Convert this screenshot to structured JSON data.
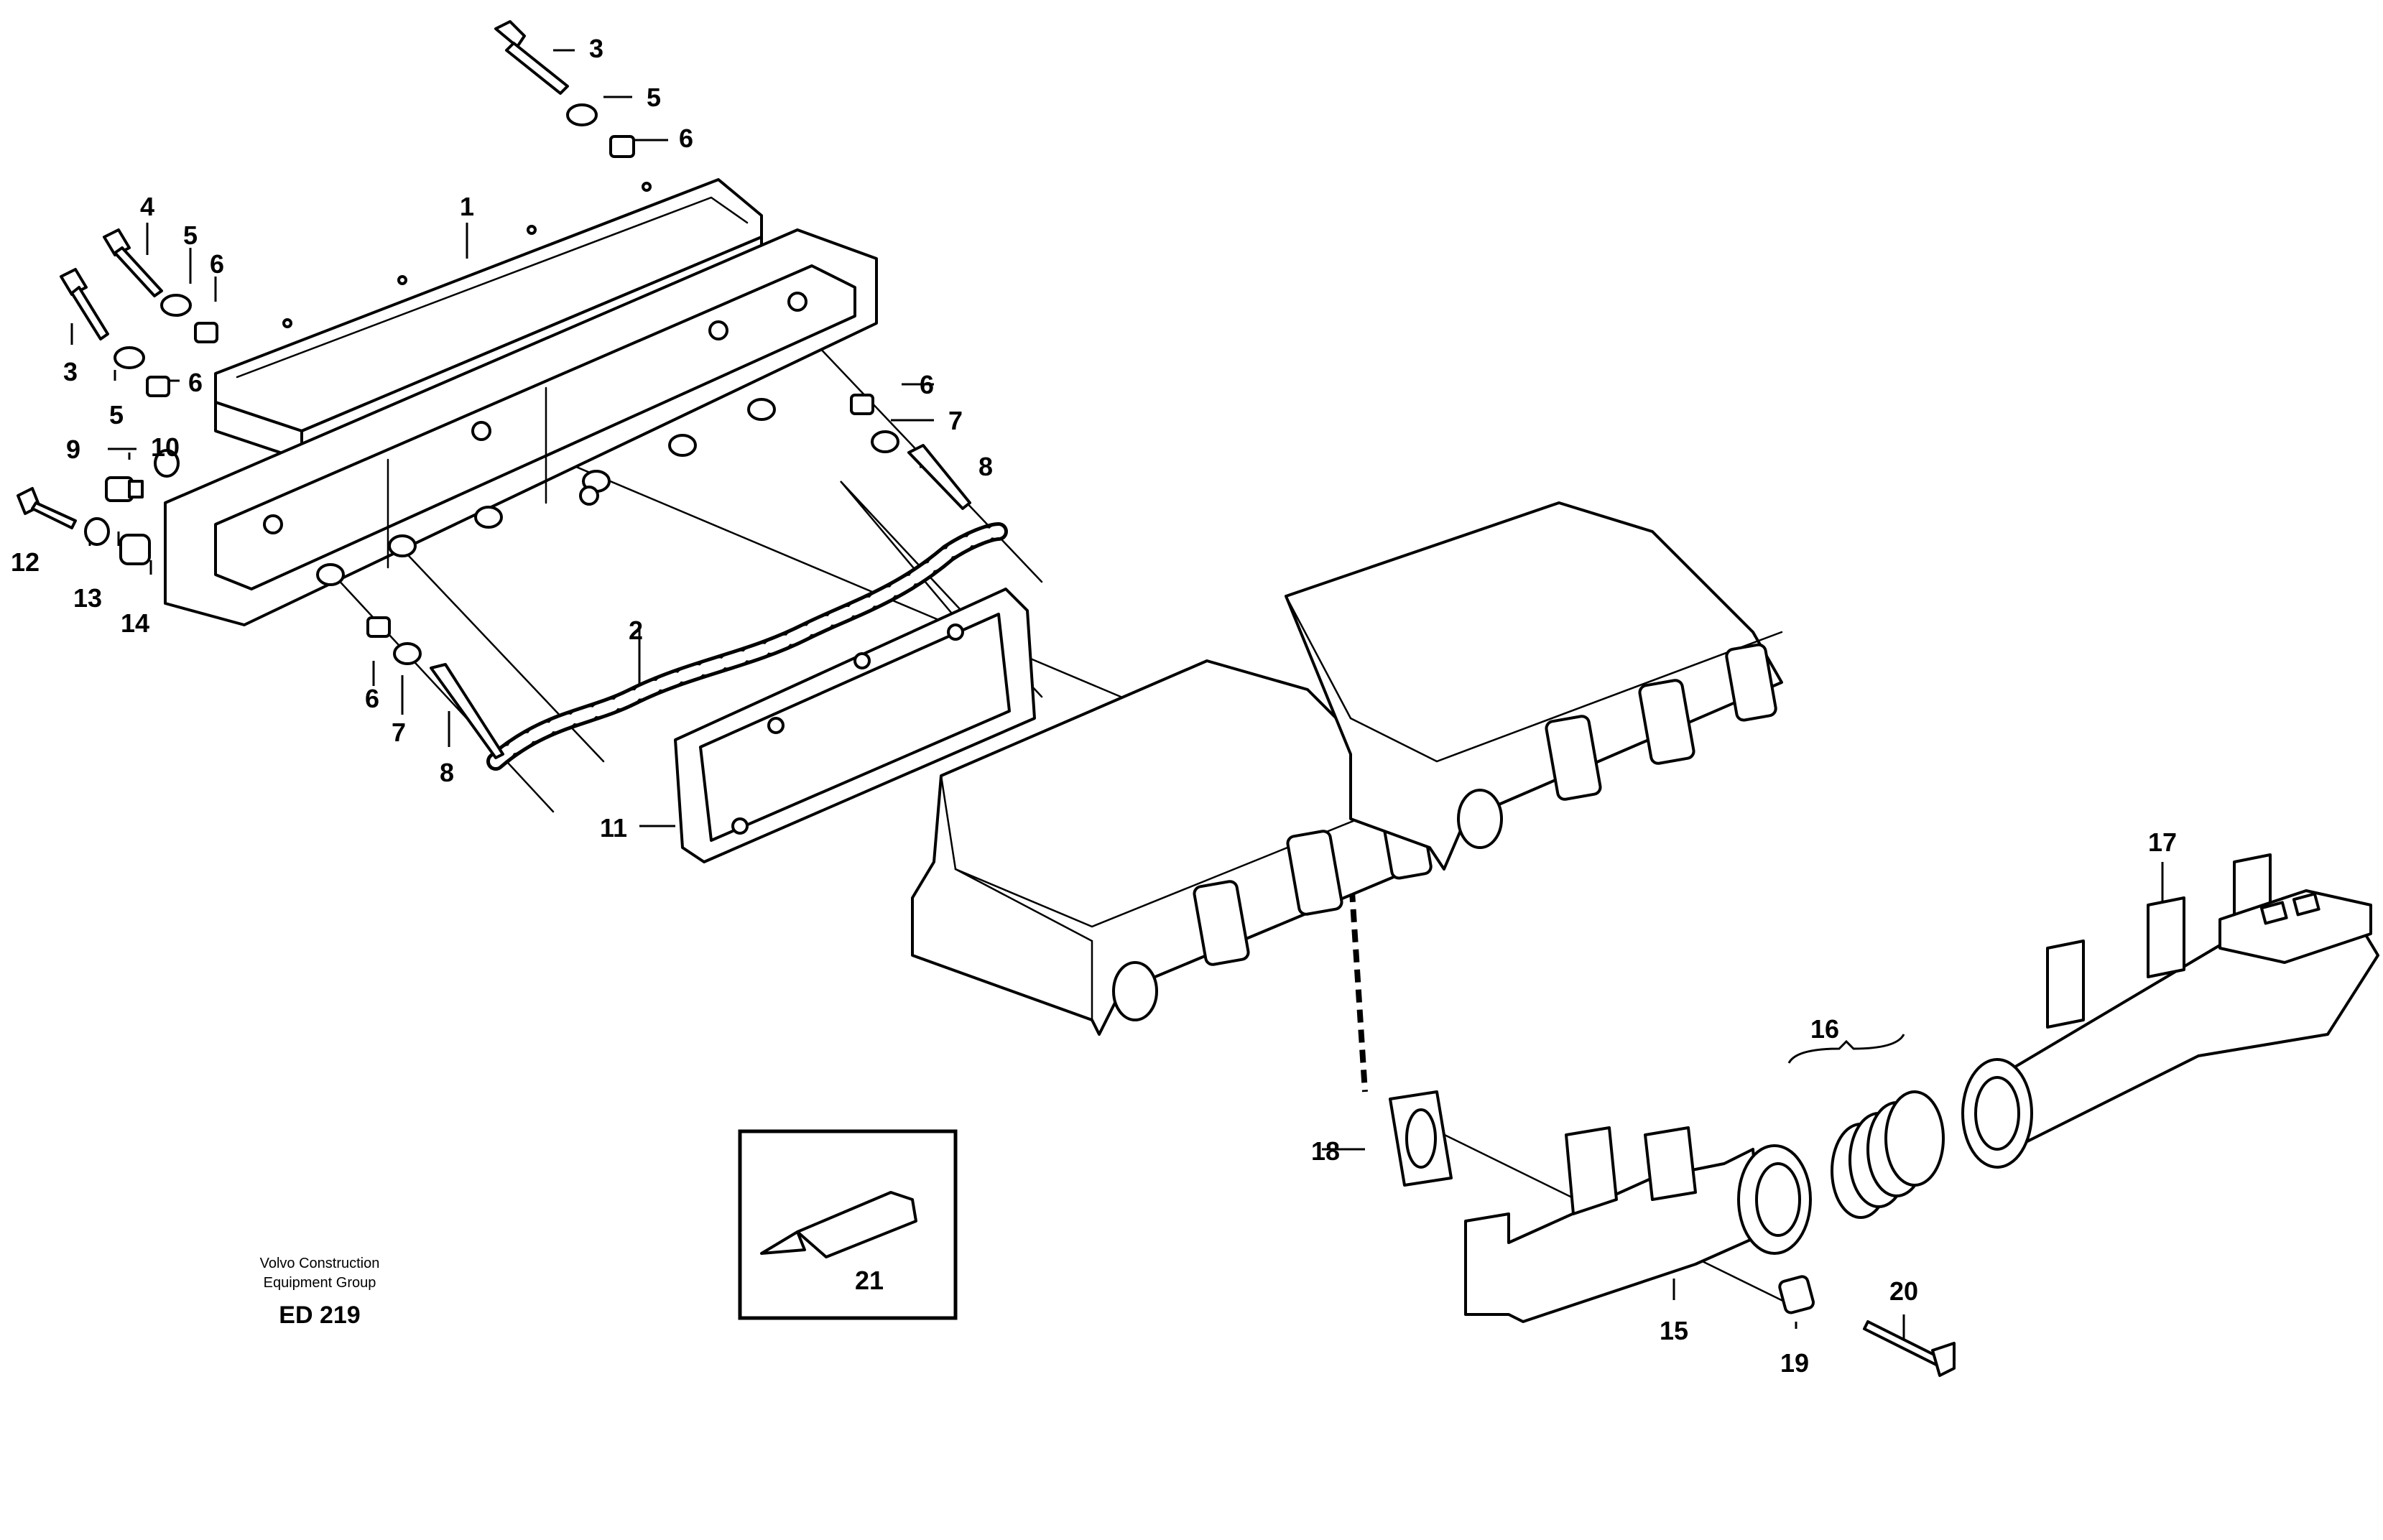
{
  "callouts": [
    {
      "id": "c1",
      "text": "1"
    },
    {
      "id": "c2",
      "text": "2"
    },
    {
      "id": "c3a",
      "text": "3"
    },
    {
      "id": "c3b",
      "text": "3"
    },
    {
      "id": "c4",
      "text": "4"
    },
    {
      "id": "c5a",
      "text": "5"
    },
    {
      "id": "c5b",
      "text": "5"
    },
    {
      "id": "c5c",
      "text": "5"
    },
    {
      "id": "c6a",
      "text": "6"
    },
    {
      "id": "c6b",
      "text": "6"
    },
    {
      "id": "c6c",
      "text": "6"
    },
    {
      "id": "c6d",
      "text": "6"
    },
    {
      "id": "c6e",
      "text": "6"
    },
    {
      "id": "c7a",
      "text": "7"
    },
    {
      "id": "c7b",
      "text": "7"
    },
    {
      "id": "c8a",
      "text": "8"
    },
    {
      "id": "c8b",
      "text": "8"
    },
    {
      "id": "c9",
      "text": "9"
    },
    {
      "id": "c10",
      "text": "10"
    },
    {
      "id": "c11",
      "text": "11"
    },
    {
      "id": "c12",
      "text": "12"
    },
    {
      "id": "c13",
      "text": "13"
    },
    {
      "id": "c14",
      "text": "14"
    },
    {
      "id": "c15",
      "text": "15"
    },
    {
      "id": "c16",
      "text": "16"
    },
    {
      "id": "c17",
      "text": "17"
    },
    {
      "id": "c18",
      "text": "18"
    },
    {
      "id": "c19",
      "text": "19"
    },
    {
      "id": "c20",
      "text": "20"
    },
    {
      "id": "c21",
      "text": "21"
    }
  ],
  "footer": {
    "company_line1": "Volvo Construction",
    "company_line2": "Equipment Group",
    "drawing_code": "ED 219"
  },
  "colors": {
    "line": "#000000",
    "background": "#ffffff"
  }
}
